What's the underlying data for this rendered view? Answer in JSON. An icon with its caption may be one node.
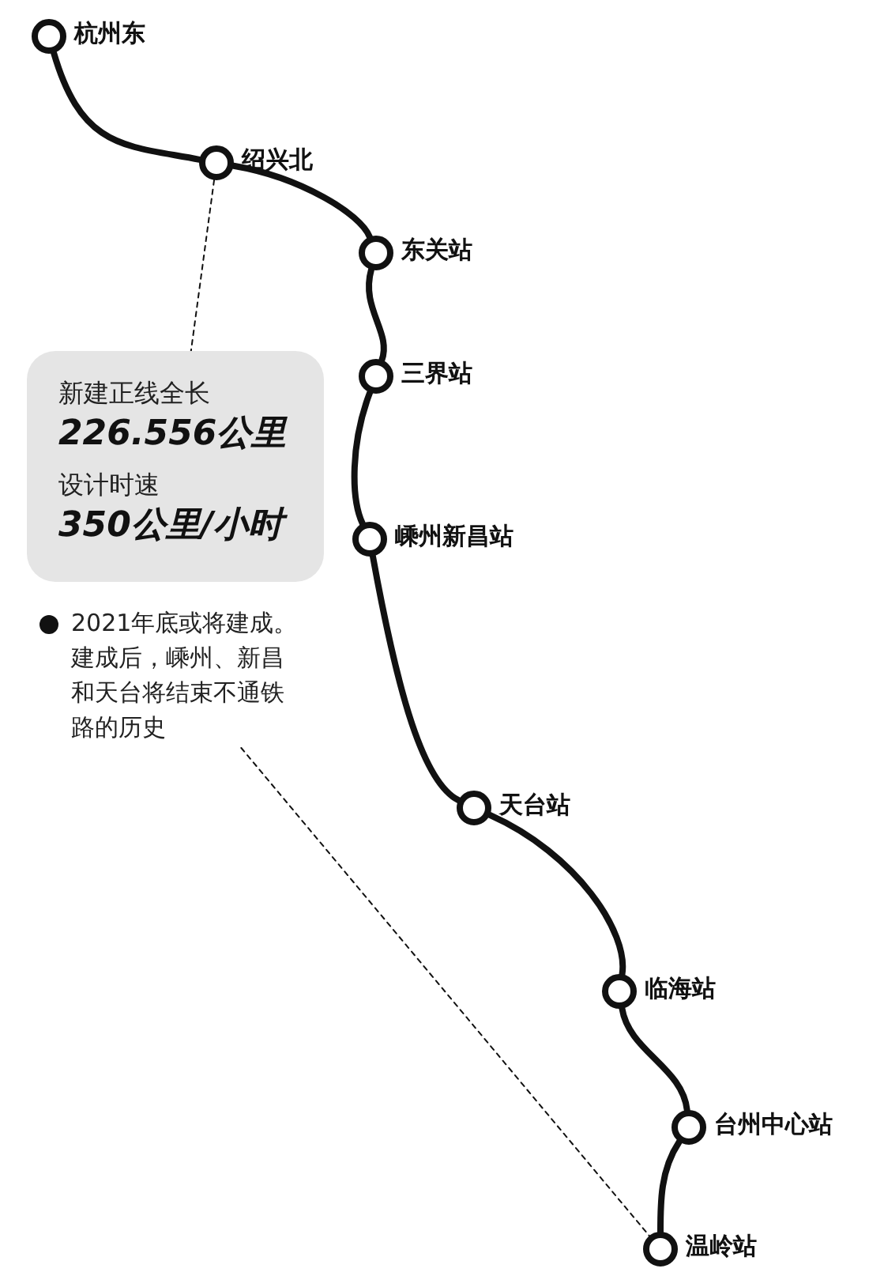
{
  "diagram": {
    "nodes": [
      {
        "text": [
          "杭州东"
        ]
      },
      {
        "text": [
          "绍兴北"
        ]
      },
      {
        "text": [
          "东关站"
        ]
      },
      {
        "text": [
          "三界站"
        ]
      },
      {
        "text": [
          "嵊州新昌站"
        ]
      },
      {
        "text": [
          "天台站"
        ]
      },
      {
        "text": [
          "临海站"
        ]
      },
      {
        "text": [
          "台州中心站"
        ]
      },
      {
        "text": [
          "温岭站"
        ]
      },
      {
        "text": [
          "新建正线全长",
          "226.556公里",
          "设计时速",
          "350公里/小时"
        ]
      },
      {
        "text": [
          "2021年底或将建成。建成后，嵊州、新昌和天台将结束不通铁路的历史"
        ]
      }
    ],
    "edges": [
      {
        "from": 0,
        "to": 1,
        "arrow": "none"
      },
      {
        "from": 1,
        "to": 2,
        "arrow": "none"
      },
      {
        "from": 2,
        "to": 3,
        "arrow": "none"
      },
      {
        "from": 3,
        "to": 4,
        "arrow": "none"
      },
      {
        "from": 4,
        "to": 5,
        "arrow": "none"
      },
      {
        "from": 5,
        "to": 6,
        "arrow": "none"
      },
      {
        "from": 6,
        "to": 7,
        "arrow": "none"
      },
      {
        "from": 7,
        "to": 8,
        "arrow": "none"
      },
      {
        "from": 1,
        "to": 9,
        "arrow": "none",
        "style": "dashed"
      },
      {
        "from": 10,
        "to": 8,
        "arrow": "none",
        "style": "dashed"
      }
    ]
  }
}
